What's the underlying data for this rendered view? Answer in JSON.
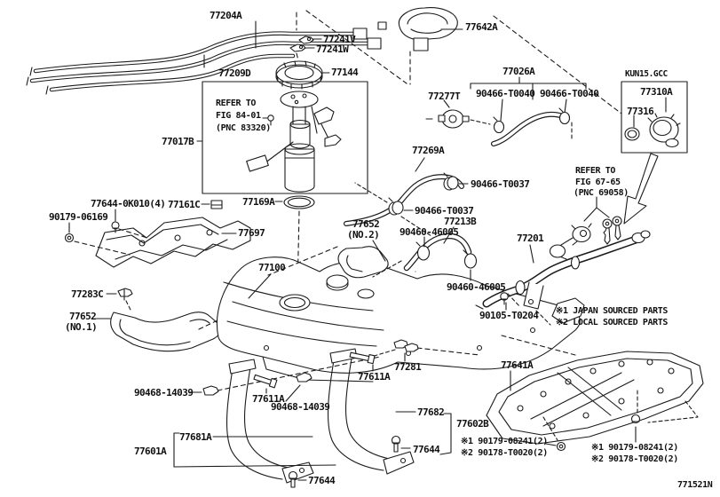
{
  "colors": {
    "line": "#1b1b1b",
    "background": "#ffffff"
  },
  "labels": {
    "l77204A": "77204A",
    "l77241V": "77241V",
    "l77241W": "77241W",
    "l77209D": "77209D",
    "l77144": "77144",
    "l77642A": "77642A",
    "l77026A": "77026A",
    "l90466T0040a": "90466-T0040",
    "l90466T0040b": "90466-T0040",
    "l77277T": "77277T",
    "kunTitle": "KUN15.GCC",
    "l77310A": "77310A",
    "l77316": "77316",
    "l77017B": "77017B",
    "ref1line1": "REFER TO",
    "ref1line2": "FIG 84-01",
    "ref1line3": "(PNC 83320)",
    "l77269A": "77269A",
    "l90466T0037a": "90466-T0037",
    "l90466T0037b": "90466-T0037",
    "ref2line1": "REFER TO",
    "ref2line2": "FIG 67-65",
    "ref2line3": "(PNC 69058)",
    "l77644_0K010": "77644-0K010(4)",
    "l77161C": "77161C",
    "l77169A": "77169A",
    "l90179_06169": "90179-06169",
    "l77213B": "77213B",
    "l77652no2": "77652",
    "l77652no2sub": "(NO.2)",
    "l90460_46005a": "90460-46005",
    "l77697": "77697",
    "l77201": "77201",
    "l77100": "77100",
    "l77283C": "77283C",
    "l90460_46005b": "90460-46005",
    "l77652no1": "77652",
    "l77652no1sub": "(NO.1)",
    "l90105T0204": "90105-T0204",
    "noteJapan": "※1 JAPAN SOURCED PARTS",
    "noteLocal": "※2 LOCAL SOURCED PARTS",
    "l77281": "77281",
    "l77641A": "77641A",
    "l77611Aright": "77611A",
    "l90468_14039a": "90468-14039",
    "l77611Aleft": "77611A",
    "l90468_14039b": "90468-14039",
    "l77682": "77682",
    "l77602B": "77602B",
    "l77681A": "77681A",
    "l77601A": "77601A",
    "l77644a": "77644",
    "l77644b": "77644",
    "fastenerL1": "※1 90179-08241(2)",
    "fastenerL2": "※2 90178-T0020(2)",
    "fastenerR1": "※1 90179-08241(2)",
    "fastenerR2": "※2 90178-T0020(2)",
    "diagramId": "771521N"
  }
}
